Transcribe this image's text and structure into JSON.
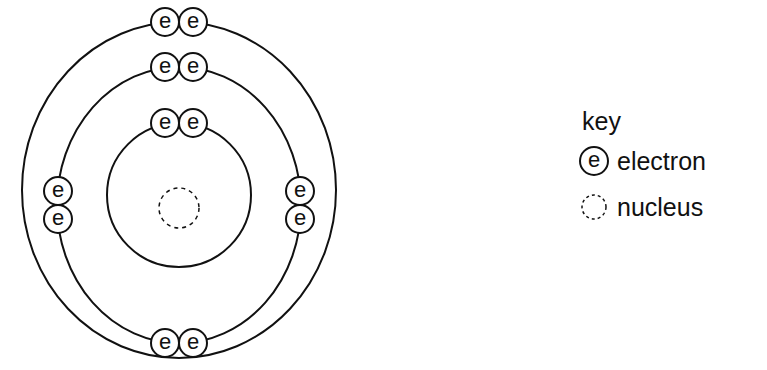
{
  "diagram": {
    "nodes": [
      {
        "text": [
          "e"
        ]
      },
      {
        "text": [
          "e"
        ]
      },
      {
        "text": [
          "e"
        ]
      },
      {
        "text": [
          "e"
        ]
      },
      {
        "text": [
          "e"
        ]
      },
      {
        "text": [
          "e"
        ]
      },
      {
        "text": [
          "e"
        ]
      },
      {
        "text": [
          "e"
        ]
      },
      {
        "text": [
          "e"
        ]
      },
      {
        "text": [
          "e"
        ]
      },
      {
        "text": [
          "e"
        ]
      },
      {
        "text": [
          "e"
        ]
      },
      {
        "text": [
          "e"
        ]
      }
    ],
    "labels": [
      "key"
    ],
    "legend": [
      {
        "text": "electron"
      },
      {
        "text": "nucleus"
      }
    ]
  }
}
